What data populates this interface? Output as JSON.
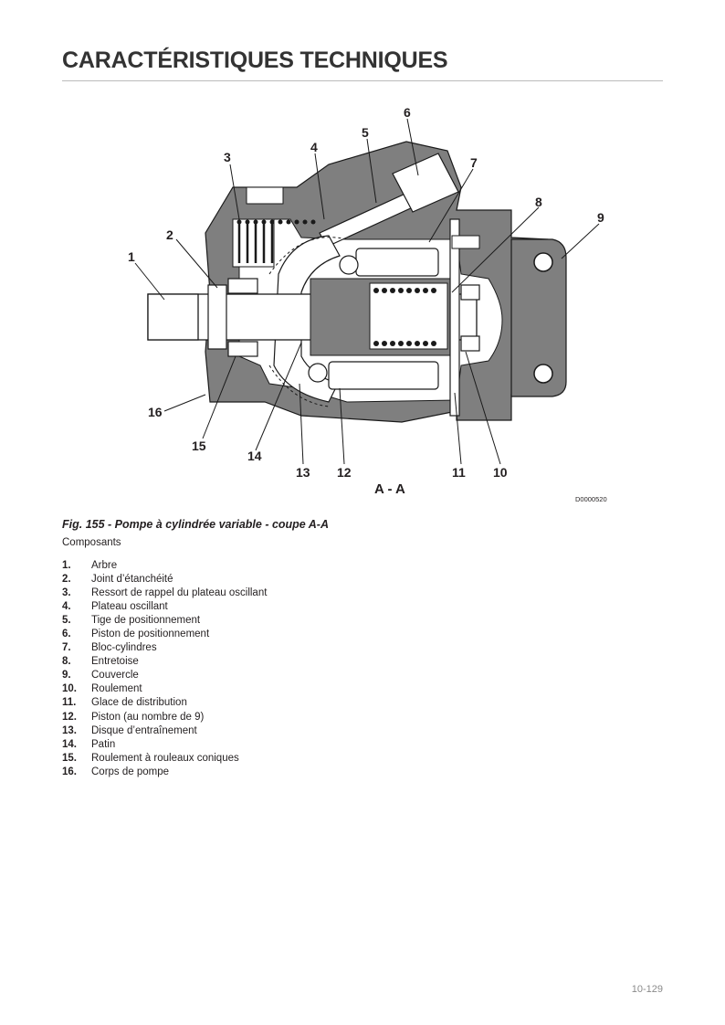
{
  "page": {
    "title": "CARACTÉRISTIQUES TECHNIQUES",
    "page_number": "10-129"
  },
  "figure": {
    "section_label": "A - A",
    "drawing_code": "D0000520",
    "callouts": [
      "1",
      "2",
      "3",
      "4",
      "5",
      "6",
      "7",
      "8",
      "9",
      "10",
      "11",
      "12",
      "13",
      "14",
      "15",
      "16"
    ],
    "caption": "Fig. 155 - Pompe à cylindrée variable - coupe A-A"
  },
  "components": {
    "heading": "Composants",
    "items": [
      {
        "num": "1.",
        "label": "Arbre"
      },
      {
        "num": "2.",
        "label": "Joint d’étanchéité"
      },
      {
        "num": "3.",
        "label": "Ressort de rappel du plateau oscillant"
      },
      {
        "num": "4.",
        "label": "Plateau oscillant"
      },
      {
        "num": "5.",
        "label": "Tige de positionnement"
      },
      {
        "num": "6.",
        "label": "Piston de positionnement"
      },
      {
        "num": "7.",
        "label": "Bloc-cylindres"
      },
      {
        "num": "8.",
        "label": "Entretoise"
      },
      {
        "num": "9.",
        "label": "Couvercle"
      },
      {
        "num": "10.",
        "label": "Roulement"
      },
      {
        "num": "11.",
        "label": "Glace de distribution"
      },
      {
        "num": "12.",
        "label": "Piston (au nombre de 9)"
      },
      {
        "num": "13.",
        "label": "Disque d’entraînement"
      },
      {
        "num": "14.",
        "label": "Patin"
      },
      {
        "num": "15.",
        "label": "Roulement à rouleaux coniques"
      },
      {
        "num": "16.",
        "label": "Corps de pompe"
      }
    ]
  },
  "colors": {
    "housing": "#7f7f7f",
    "cavity": "#ffffff",
    "line": "#1a1a1a"
  }
}
